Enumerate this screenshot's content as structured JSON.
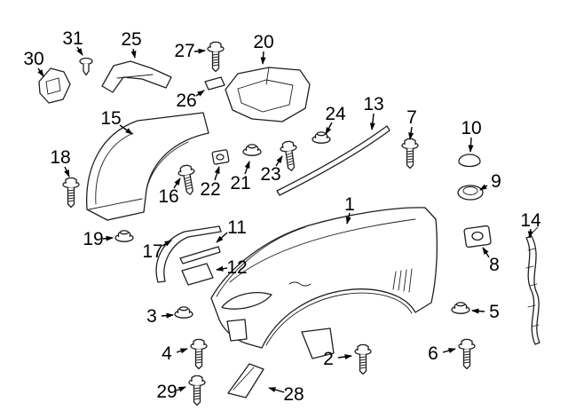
{
  "diagram": {
    "type": "exploded-parts-diagram",
    "arrow_color": "#000000",
    "line_color": "#1f1f1f",
    "background": "#ffffff",
    "callouts": [
      {
        "number": "1",
        "label": [
          394,
          230
        ],
        "arrow": [
          394,
          240,
          391,
          252
        ]
      },
      {
        "number": "2",
        "label": [
          370,
          404
        ],
        "arrow": [
          381,
          403,
          396,
          401
        ]
      },
      {
        "number": "3",
        "label": [
          171,
          356
        ],
        "arrow": [
          182,
          356,
          195,
          355
        ]
      },
      {
        "number": "4",
        "label": [
          188,
          398
        ],
        "arrow": [
          199,
          397,
          211,
          393
        ]
      },
      {
        "number": "5",
        "label": [
          557,
          351
        ],
        "arrow": [
          546,
          351,
          532,
          350
        ]
      },
      {
        "number": "6",
        "label": [
          488,
          398
        ],
        "arrow": [
          499,
          397,
          513,
          393
        ]
      },
      {
        "number": "7",
        "label": [
          464,
          132
        ],
        "arrow": [
          464,
          143,
          462,
          157
        ]
      },
      {
        "number": "8",
        "label": [
          557,
          298
        ],
        "arrow": [
          551,
          290,
          544,
          279
        ]
      },
      {
        "number": "9",
        "label": [
          559,
          204
        ],
        "arrow": [
          549,
          209,
          541,
          214
        ]
      },
      {
        "number": "10",
        "label": [
          531,
          144
        ],
        "arrow": [
          531,
          155,
          530,
          171
        ]
      },
      {
        "number": "11",
        "label": [
          267,
          256
        ],
        "arrow": [
          256,
          262,
          244,
          273
        ]
      },
      {
        "number": "12",
        "label": [
          267,
          301
        ],
        "arrow": [
          256,
          302,
          244,
          304
        ]
      },
      {
        "number": "13",
        "label": [
          421,
          117
        ],
        "arrow": [
          421,
          128,
          419,
          146
        ]
      },
      {
        "number": "14",
        "label": [
          598,
          248
        ],
        "arrow": [
          598,
          258,
          597,
          268
        ]
      },
      {
        "number": "15",
        "label": [
          125,
          133
        ],
        "arrow": [
          135,
          141,
          149,
          151
        ]
      },
      {
        "number": "16",
        "label": [
          190,
          221
        ],
        "arrow": [
          196,
          212,
          203,
          201
        ]
      },
      {
        "number": "17",
        "label": [
          172,
          283
        ],
        "arrow": [
          183,
          277,
          193,
          271
        ]
      },
      {
        "number": "18",
        "label": [
          68,
          177
        ],
        "arrow": [
          73,
          188,
          78,
          199
        ]
      },
      {
        "number": "19",
        "label": [
          105,
          269
        ],
        "arrow": [
          116,
          269,
          127,
          268
        ]
      },
      {
        "number": "20",
        "label": [
          297,
          47
        ],
        "arrow": [
          297,
          58,
          296,
          72
        ]
      },
      {
        "number": "21",
        "label": [
          271,
          206
        ],
        "arrow": [
          276,
          196,
          281,
          182
        ]
      },
      {
        "number": "22",
        "label": [
          237,
          213
        ],
        "arrow": [
          242,
          203,
          247,
          188
        ]
      },
      {
        "number": "23",
        "label": [
          305,
          196
        ],
        "arrow": [
          311,
          187,
          318,
          176
        ]
      },
      {
        "number": "24",
        "label": [
          378,
          128
        ],
        "arrow": [
          374,
          138,
          367,
          151
        ]
      },
      {
        "number": "25",
        "label": [
          148,
          44
        ],
        "arrow": [
          150,
          55,
          152,
          65
        ]
      },
      {
        "number": "26",
        "label": [
          210,
          113
        ],
        "arrow": [
          221,
          108,
          230,
          102
        ]
      },
      {
        "number": "27",
        "label": [
          208,
          57
        ],
        "arrow": [
          219,
          58,
          231,
          57
        ]
      },
      {
        "number": "28",
        "label": [
          331,
          444
        ],
        "arrow": [
          320,
          442,
          303,
          437
        ]
      },
      {
        "number": "29",
        "label": [
          188,
          441
        ],
        "arrow": [
          199,
          440,
          209,
          436
        ]
      },
      {
        "number": "30",
        "label": [
          38,
          66
        ],
        "arrow": [
          43,
          77,
          49,
          86
        ]
      },
      {
        "number": "31",
        "label": [
          82,
          43
        ],
        "arrow": [
          87,
          53,
          93,
          62
        ]
      }
    ]
  }
}
